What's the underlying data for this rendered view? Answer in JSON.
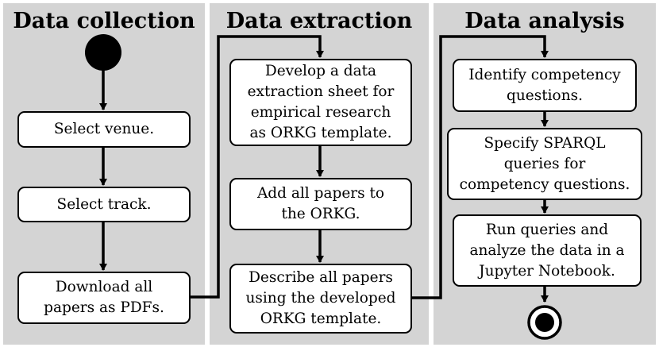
{
  "lanes": [
    {
      "title": "Data collection",
      "steps": [
        "Select venue.",
        "Select track.",
        "Download all\npapers as PDFs."
      ]
    },
    {
      "title": "Data extraction",
      "steps": [
        "Develop a data\nextraction sheet for\nempirical research\nas ORKG template.",
        "Add all papers to\nthe ORKG.",
        "Describe all papers\nusing the developed\nORKG template."
      ]
    },
    {
      "title": "Data analysis",
      "steps": [
        "Identify competency\nquestions.",
        "Specify SPARQL\nqueries for\ncompetency questions.",
        "Run queries and\nanalyze the data in a\nJupyter Notebook."
      ]
    }
  ],
  "colors": {
    "lane_bg": "#d4d4d4",
    "stroke": "#000000",
    "box_bg": "#ffffff"
  }
}
